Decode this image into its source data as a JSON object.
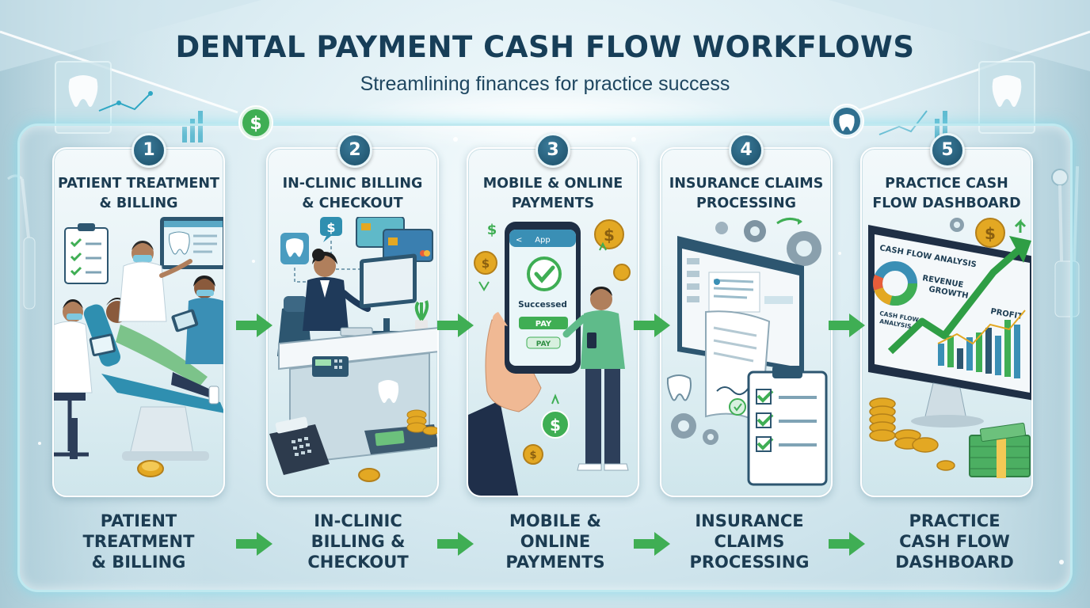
{
  "header": {
    "title": "DENTAL PAYMENT CASH FLOW WORKFLOWS",
    "subtitle": "Streamlining finances for practice success"
  },
  "steps": [
    {
      "number": "1",
      "title": "PATIENT TREATMENT\n& BILLING",
      "bottom_label": "PATIENT\nTREATMENT\n& BILLING"
    },
    {
      "number": "2",
      "title": "IN-CLINIC BILLING\n& CHECKOUT",
      "bottom_label": "IN-CLINIC\nBILLING &\nCHECKOUT"
    },
    {
      "number": "3",
      "title": "MOBILE & ONLINE\nPAYMENTS",
      "bottom_label": "MOBILE &\nONLINE\nPAYMENTS",
      "phone": {
        "app_label": "App",
        "status": "Successed",
        "pay_button": "PAY",
        "pay_button_2": "PAY"
      }
    },
    {
      "number": "4",
      "title": "INSURANCE CLAIMS\nPROCESSING",
      "bottom_label": "INSURANCE\nCLAIMS\nPROCESSING"
    },
    {
      "number": "5",
      "title": "PRACTICE CASH\nFLOW DASHBOARD",
      "bottom_label": "PRACTICE\nCASH FLOW\nDASHBOARD",
      "dashboard": {
        "heading": "CASH FLOW ANALYSIS",
        "revenue": "REVENUE\nGROWTH",
        "side": "CASH FLOW\nANALYSIS",
        "profit": "PROFIT"
      }
    }
  ],
  "icons": {
    "dollar_badge": "$",
    "coin_symbol": "$"
  },
  "colors": {
    "title": "#173e58",
    "badge": "#1b4d66",
    "arrow": "#3fae54",
    "accent_teal": "#2f8fb0",
    "coin": "#e3a823"
  }
}
